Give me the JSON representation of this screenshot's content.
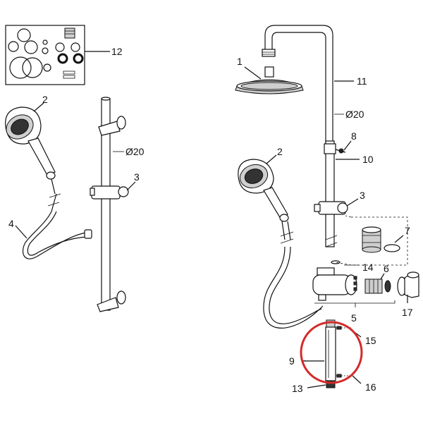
{
  "diagram": {
    "labels": {
      "l12": "12",
      "l2a": "2",
      "l20a": "Ø20",
      "l3a": "3",
      "l4": "4",
      "l1": "1",
      "l11": "11",
      "l20b": "Ø20",
      "l8": "8",
      "l10": "10",
      "l2b": "2",
      "l3b": "3",
      "l7": "7",
      "l14": "14",
      "l6": "6",
      "l5": "5",
      "l17": "17",
      "l15": "15",
      "l9": "9",
      "l16": "16",
      "l13": "13"
    },
    "colors": {
      "line": "#111111",
      "highlight": "#d42a2a",
      "metal": "#cfcfcf"
    }
  }
}
